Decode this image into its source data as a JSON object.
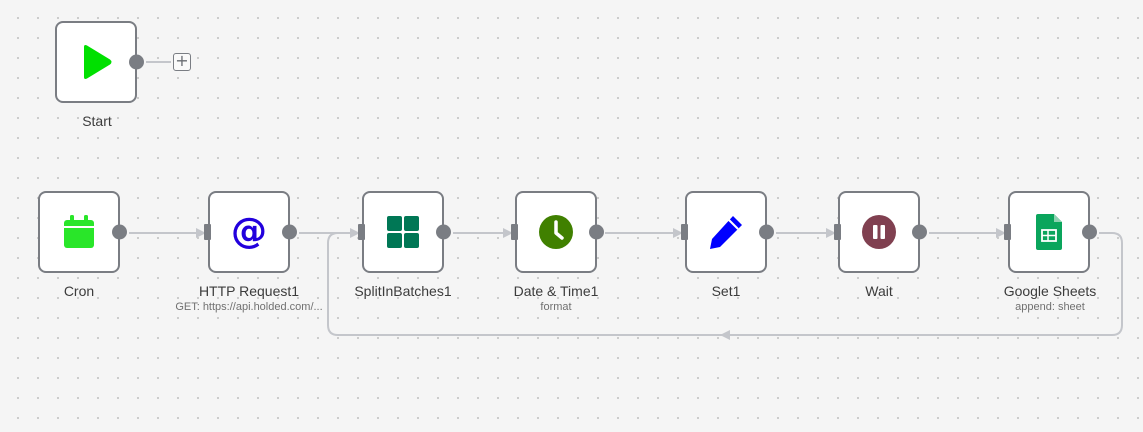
{
  "canvas": {
    "add_button_symbol": "+"
  },
  "nodes": {
    "start": {
      "label": "Start",
      "subtitle": "",
      "icon": "play-icon",
      "color": "#00e000"
    },
    "cron": {
      "label": "Cron",
      "subtitle": "",
      "icon": "calendar-icon",
      "color": "#29e629"
    },
    "http": {
      "label": "HTTP Request1",
      "subtitle": "GET: https://api.holded.com/...",
      "icon": "at-icon",
      "color": "#2200dd"
    },
    "split": {
      "label": "SplitInBatches1",
      "subtitle": "",
      "icon": "grid-icon",
      "color": "#007755"
    },
    "datetime": {
      "label": "Date & Time1",
      "subtitle": "format",
      "icon": "clock-icon",
      "color": "#408000"
    },
    "set": {
      "label": "Set1",
      "subtitle": "",
      "icon": "pen-icon",
      "color": "#0000ff"
    },
    "wait": {
      "label": "Wait",
      "subtitle": "",
      "icon": "pause-icon",
      "color": "#804050"
    },
    "sheets": {
      "label": "Google Sheets",
      "subtitle": "append: sheet",
      "icon": "sheets-icon",
      "color": "#0aa55c"
    }
  },
  "colors": {
    "border": "#7a7d83",
    "wire": "#c4c6cb"
  }
}
